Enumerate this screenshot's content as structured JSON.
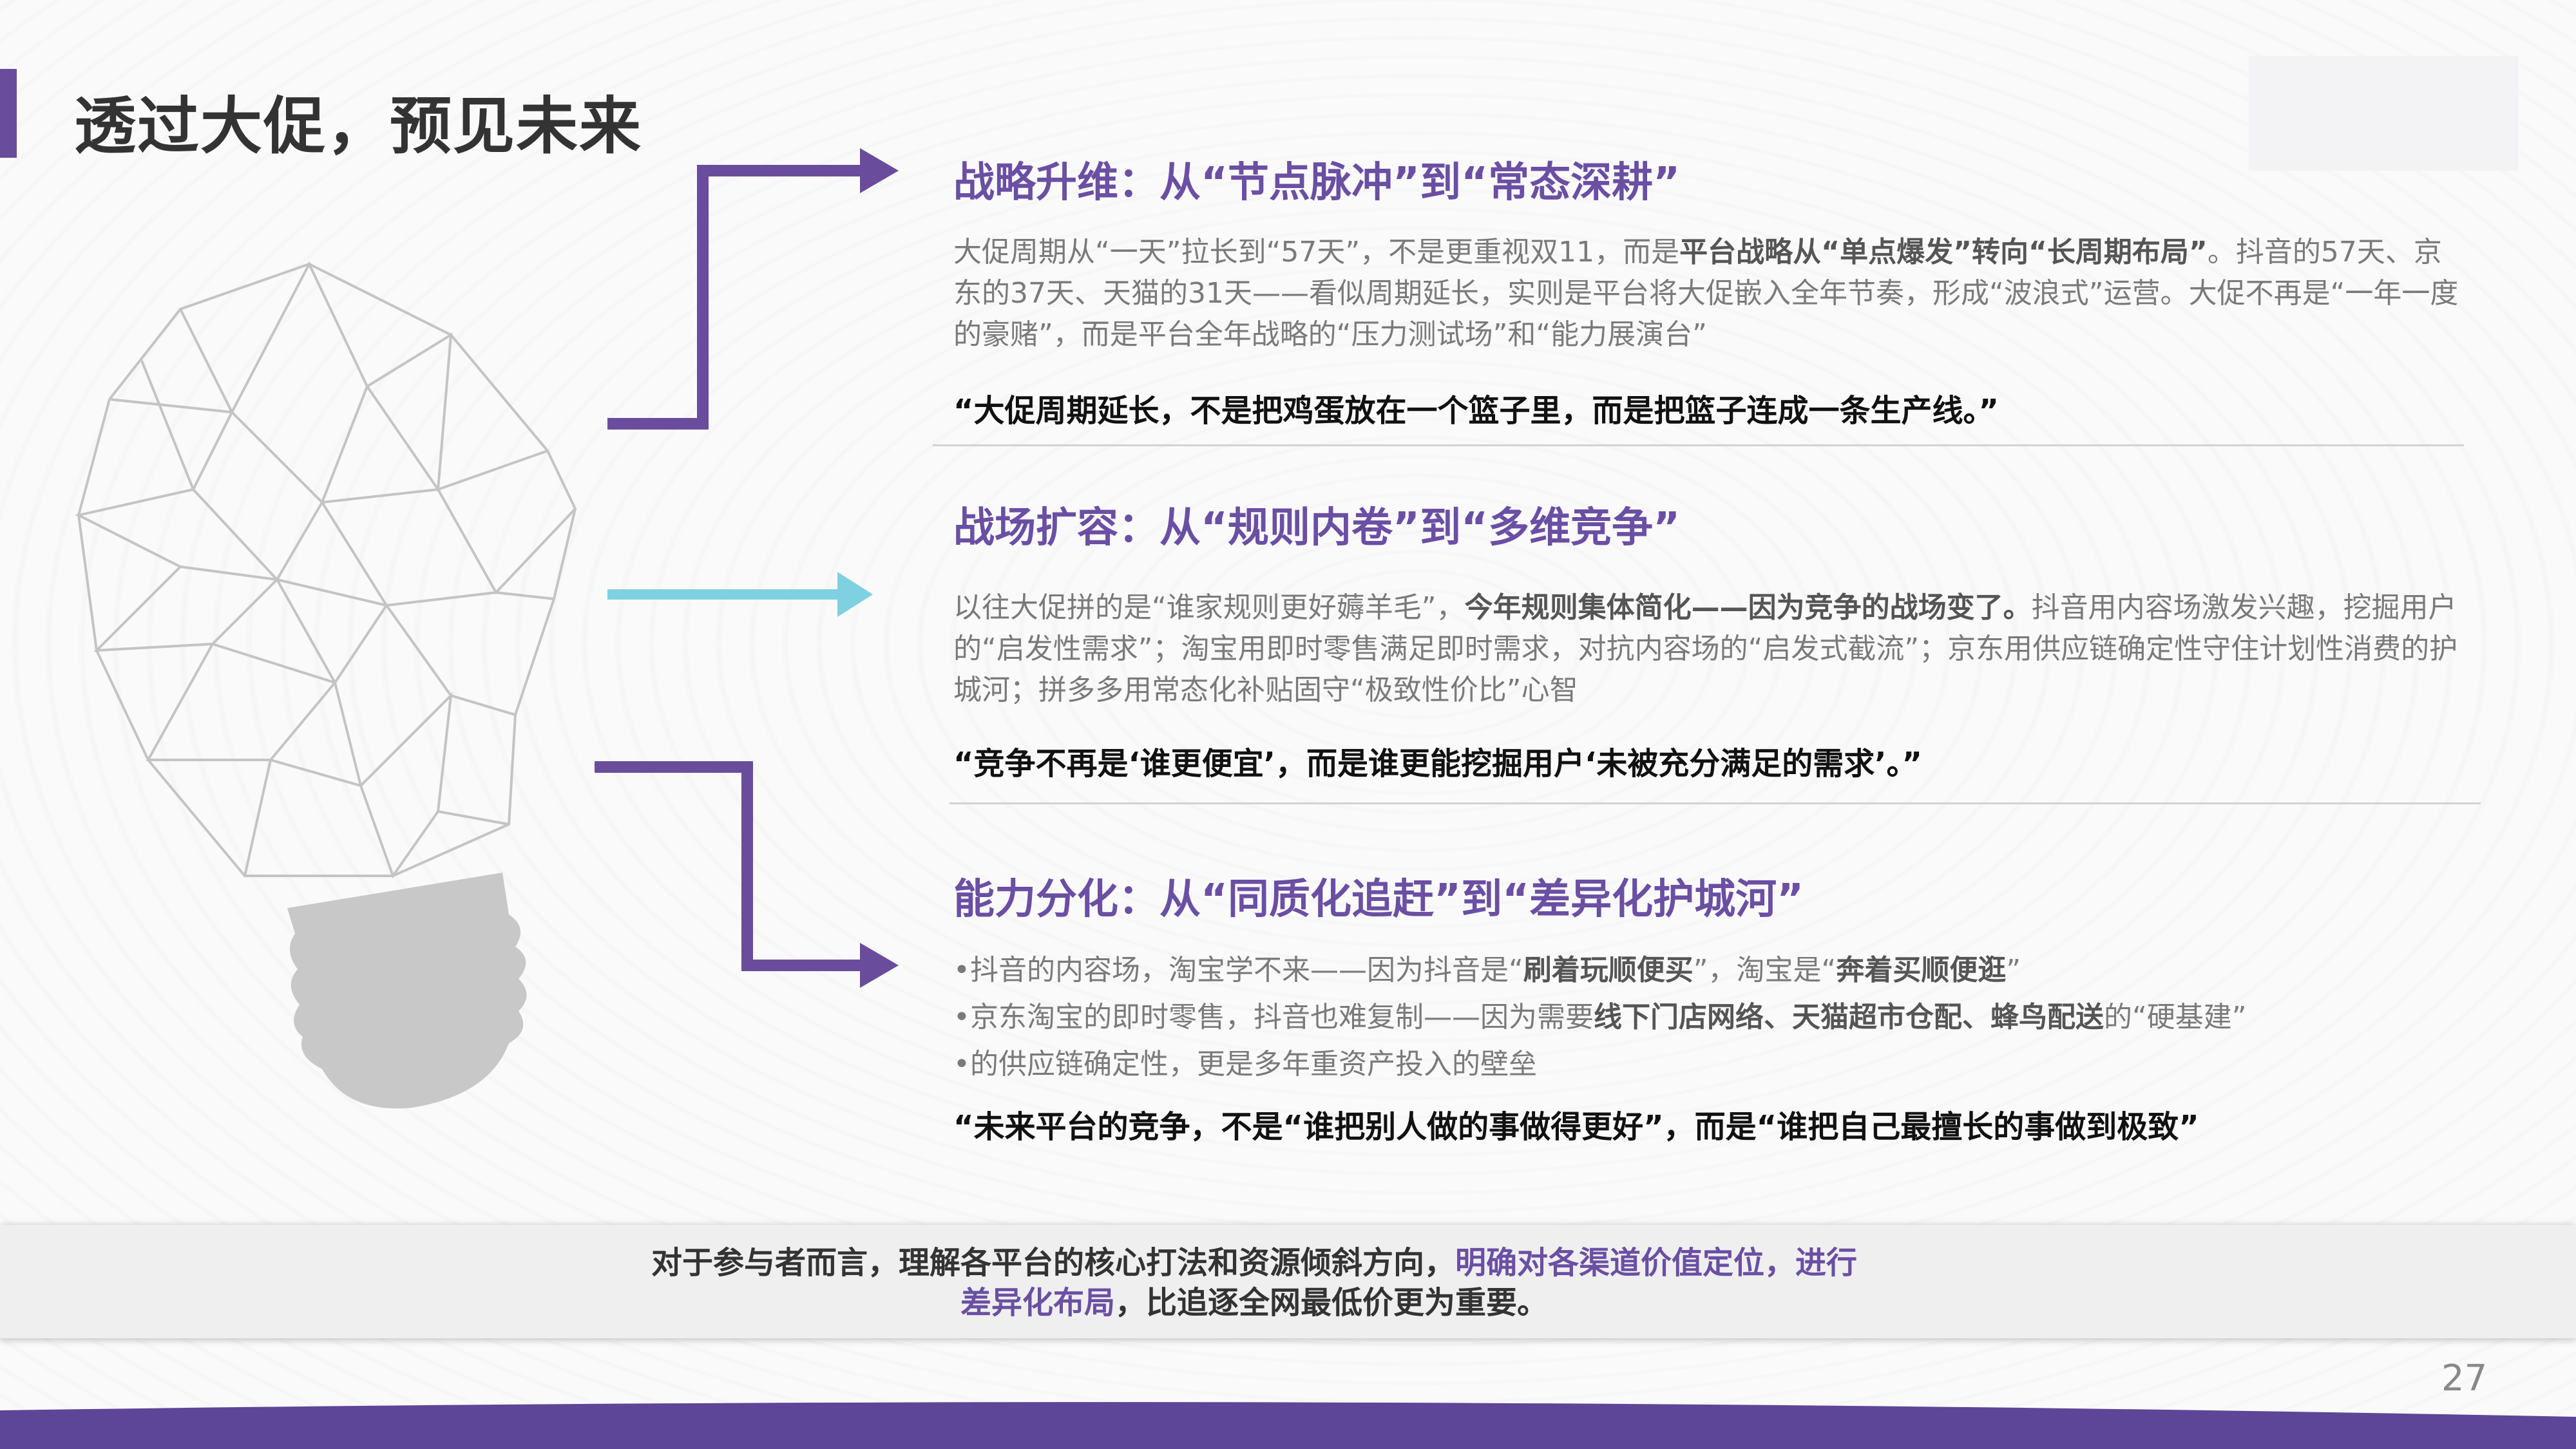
{
  "title": "透过大促，预见未来",
  "colors": {
    "accent": "#6a4c9c",
    "cyan": "#7fd0e0",
    "heading": "#6a4fa3"
  },
  "sections": [
    {
      "heading": "战略升维：从“节点脉冲”到“常态深耕”",
      "body": [
        {
          "text": "大促周期从“一天”拉长到“57天”，不是更重视双11，而是",
          "bold": false
        },
        {
          "text": "平台战略从“单点爆发”转向“长周期布局”",
          "bold": true
        },
        {
          "text": "。抖音的57天、京东的37天、天猫的31天——看似周期延长，实则是平台将大促嵌入全年节奏，形成“波浪式”运营。大促不再是“一年一度的豪赌”，而是平台全年战略的“压力测试场”和“能力展演台”",
          "bold": false
        }
      ],
      "quote": "“大促周期延长，不是把鸡蛋放在一个篮子里，而是把篮子连成一条生产线。”"
    },
    {
      "heading": "战场扩容：从“规则内卷”到“多维竞争”",
      "body": [
        {
          "text": "以往大促拼的是“谁家规则更好薅羊毛”，",
          "bold": false
        },
        {
          "text": "今年规则集体简化——因为竞争的战场变了。",
          "bold": true
        },
        {
          "text": "抖音用内容场激发兴趣，挖掘用户的“启发性需求”；淘宝用即时零售满足即时需求，对抗内容场的“启发式截流”；京东用供应链确定性守住计划性消费的护城河；拼多多用常态化补贴固守“极致性价比”心智",
          "bold": false
        }
      ],
      "quote": "“竞争不再是‘谁更便宜’，而是谁更能挖掘用户‘未被充分满足的需求’。”"
    },
    {
      "heading": "能力分化：从“同质化追赶”到“差异化护城河”",
      "bullets": [
        [
          {
            "text": "•抖音的内容场，淘宝学不来——因为抖音是“",
            "bold": false
          },
          {
            "text": "刷着玩顺便买",
            "bold": true
          },
          {
            "text": "”，淘宝是“",
            "bold": false
          },
          {
            "text": "奔着买顺便逛",
            "bold": true
          },
          {
            "text": "”",
            "bold": false
          }
        ],
        [
          {
            "text": "•京东淘宝的即时零售，抖音也难复制——因为需要",
            "bold": false
          },
          {
            "text": "线下门店网络、天猫超市仓配、蜂鸟配送",
            "bold": true
          },
          {
            "text": "的“硬基建”",
            "bold": false
          }
        ],
        [
          {
            "text": "•的供应链确定性，更是多年重资产投入的壁垒",
            "bold": false
          }
        ]
      ],
      "quote": "“未来平台的竞争，不是“谁把别人做的事做得更好”，而是“谁把自己最擅长的事做到极致”"
    }
  ],
  "banner": [
    {
      "text": "对于参与者而言，理解各平台的核心打法和资源倾斜方向，",
      "highlight": false
    },
    {
      "text": "明确对各渠道价值定位，进行差异化布局",
      "highlight": true
    },
    {
      "text": "，比追逐全网最低价更为重要。",
      "highlight": false
    }
  ],
  "page_number": "27"
}
